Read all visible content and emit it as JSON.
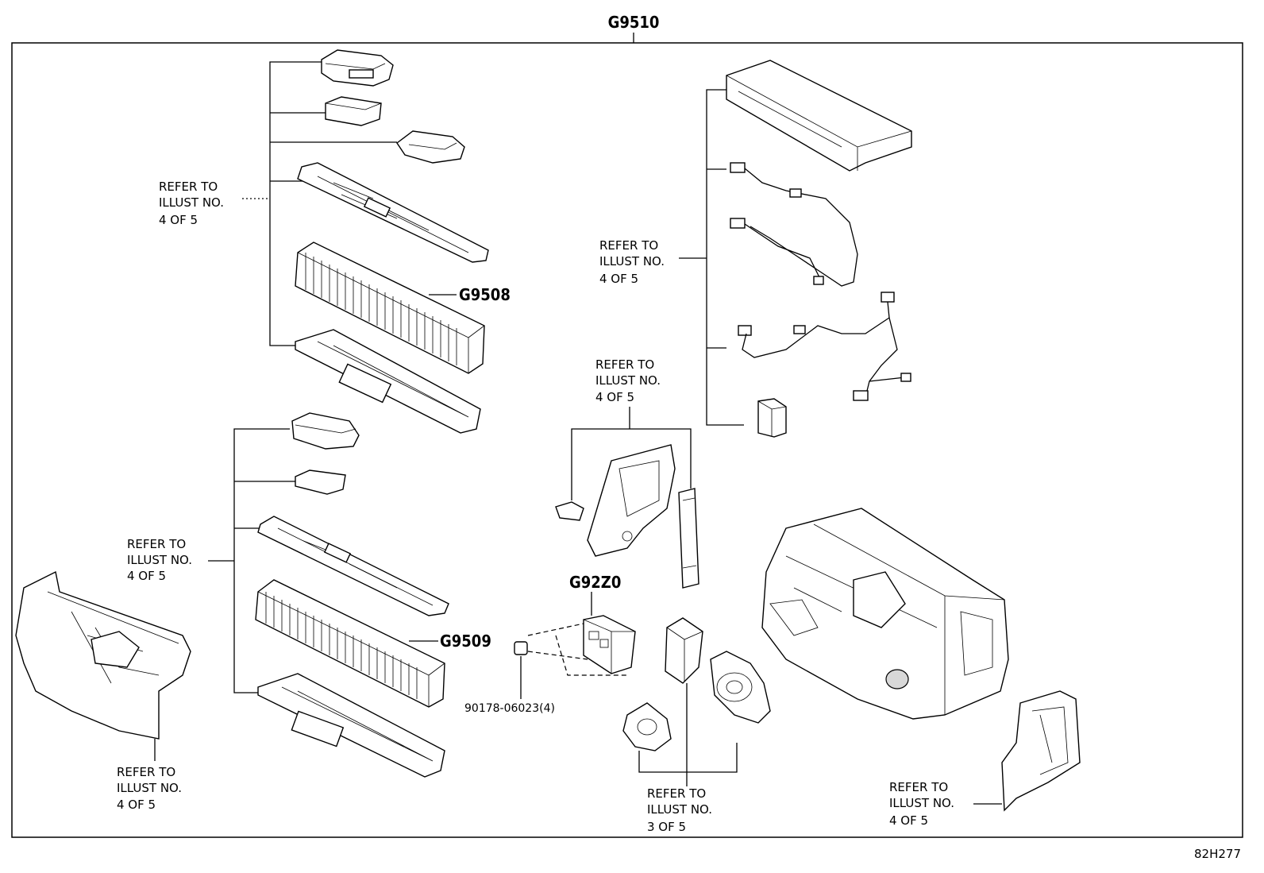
{
  "assembly_label": "G9510",
  "drawing_ref": "82H277",
  "refer_notes": [
    {
      "id": "top-left",
      "lines": [
        "REFER TO",
        "ILLUST NO.",
        "4 OF 5"
      ]
    },
    {
      "id": "mid-left",
      "lines": [
        "REFER TO",
        "ILLUST NO.",
        "4 OF 5"
      ]
    },
    {
      "id": "bottom-left",
      "lines": [
        "REFER TO",
        "ILLUST NO.",
        "4 OF 5"
      ]
    },
    {
      "id": "top-right",
      "lines": [
        "REFER TO",
        "ILLUST NO.",
        "4 OF 5"
      ]
    },
    {
      "id": "center",
      "lines": [
        "REFER TO",
        "ILLUST NO.",
        "4 OF 5"
      ]
    },
    {
      "id": "bottom-center",
      "lines": [
        "REFER TO",
        "ILLUST NO.",
        "3 OF 5"
      ]
    },
    {
      "id": "bottom-right",
      "lines": [
        "REFER TO",
        "ILLUST NO.",
        "4 OF 5"
      ]
    }
  ],
  "part_labels": {
    "upper_stack": "G9508",
    "lower_stack": "G9509",
    "junction_block": "G92Z0",
    "nut": "90178-06023(4)"
  }
}
